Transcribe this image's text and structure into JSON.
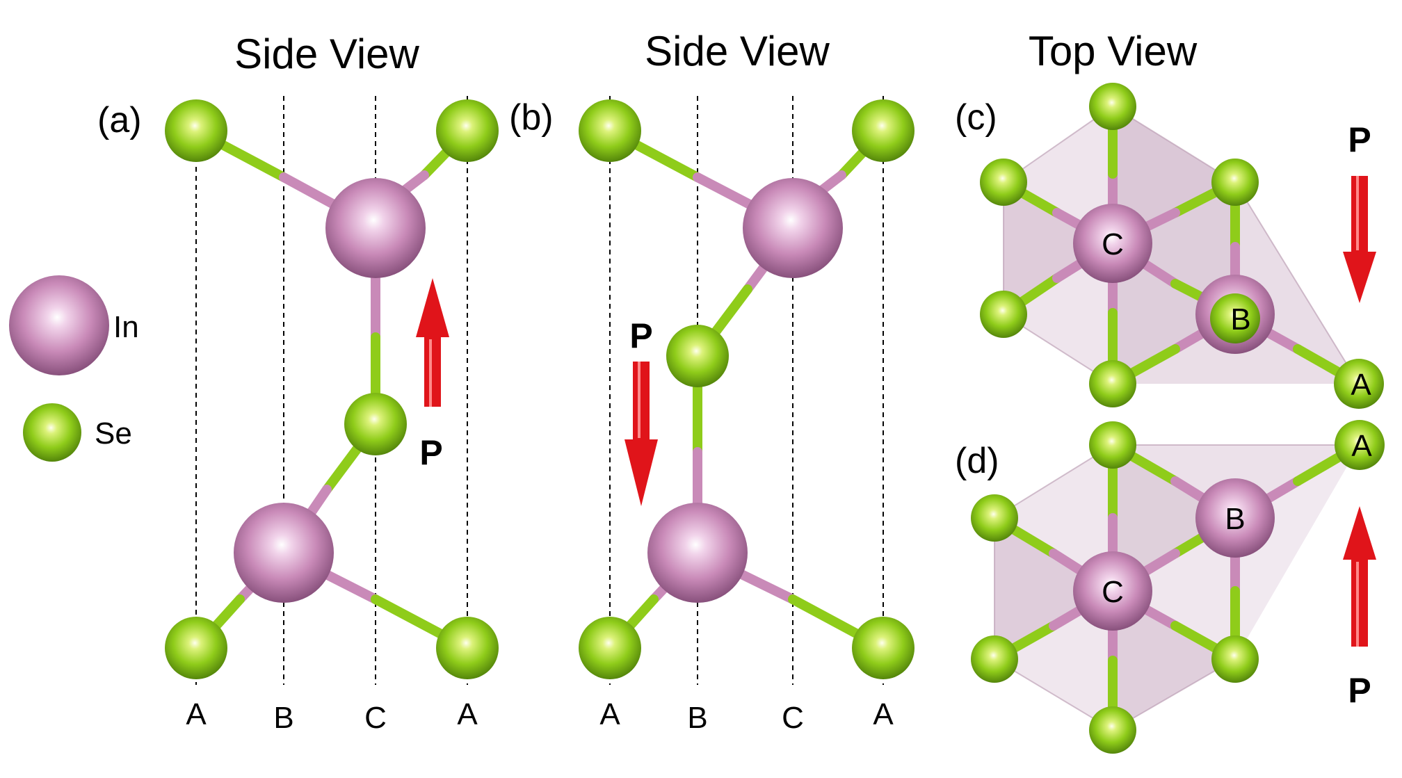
{
  "titles": {
    "side_a": "Side View",
    "side_b": "Side View",
    "top": "Top View"
  },
  "panels": {
    "a": "(a)",
    "b": "(b)",
    "c": "(c)",
    "d": "(d)"
  },
  "legend": {
    "in": "In",
    "se": "Se"
  },
  "sites": {
    "a": [
      "A",
      "B",
      "C",
      "A"
    ],
    "b": [
      "A",
      "B",
      "C",
      "A"
    ]
  },
  "atom_labels": {
    "c_center": "C",
    "c_b": "B",
    "c_a": "A",
    "d_center": "C",
    "d_b": "B",
    "d_a": "A"
  },
  "polarization": {
    "label": "P",
    "a_direction": "up",
    "b_direction": "down",
    "c_direction": "down",
    "d_direction": "up"
  },
  "colors": {
    "indium": "#c98ab8",
    "selenium": "#8fcc1a",
    "arrow": "#e0141a",
    "polyhedron": "#c9a9c2"
  }
}
